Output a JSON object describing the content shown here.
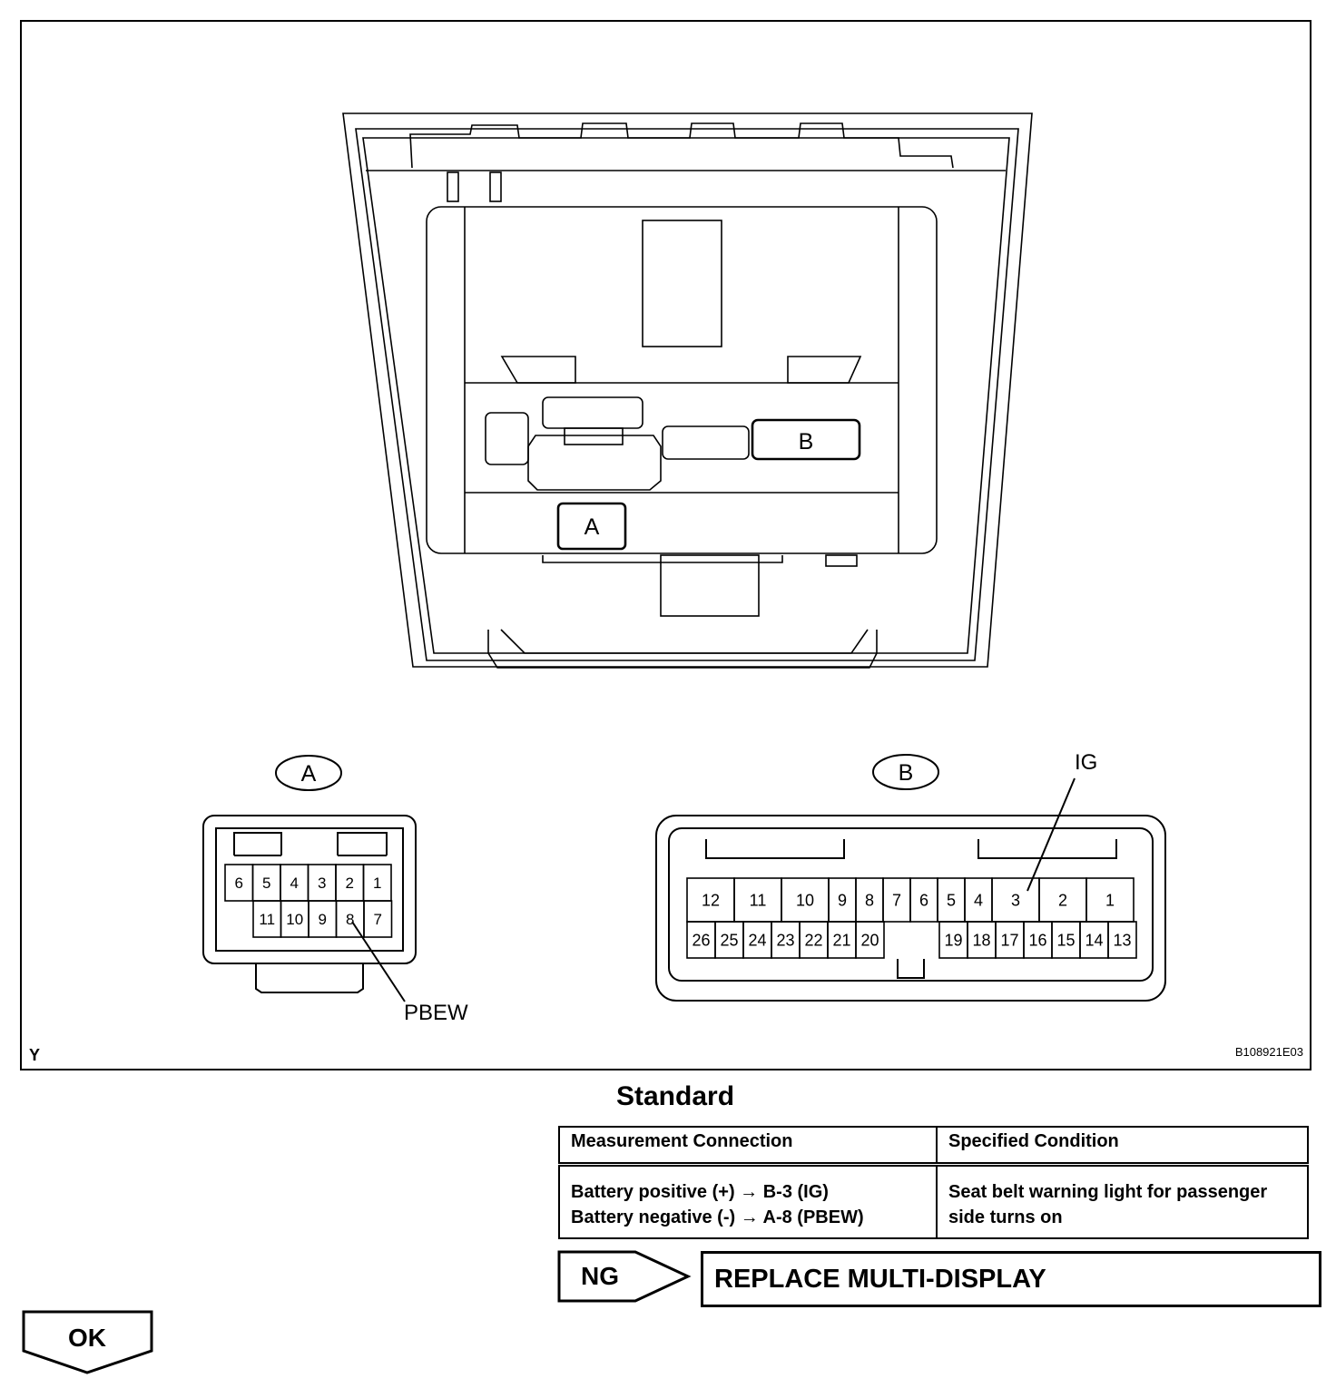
{
  "diagram": {
    "connector_callouts": {
      "a": "A",
      "b": "B"
    },
    "connector_a": {
      "top_row": [
        "6",
        "5",
        "4",
        "3",
        "2",
        "1"
      ],
      "bottom_row": [
        "11",
        "10",
        "9",
        "8",
        "7"
      ],
      "terminal_label": "PBEW"
    },
    "connector_b": {
      "top_row": [
        "12",
        "11",
        "10",
        "9",
        "8",
        "7",
        "6",
        "5",
        "4",
        "3",
        "2",
        "1"
      ],
      "bottom_left": [
        "26",
        "25",
        "24",
        "23",
        "22",
        "21",
        "20"
      ],
      "bottom_right": [
        "19",
        "18",
        "17",
        "16",
        "15",
        "14",
        "13"
      ],
      "terminal_label": "IG"
    },
    "corner_letter": "Y",
    "figure_code": "B108921E03"
  },
  "standard": {
    "title": "Standard",
    "columns": [
      "Measurement Connection",
      "Specified Condition"
    ],
    "row": {
      "connection_line1": "Battery positive (+) → B-3 (IG)",
      "connection_line2": "Battery negative (-) → A-8 (PBEW)",
      "condition_line1": "Seat belt warning light for passenger",
      "condition_line2": "side turns on"
    }
  },
  "result": {
    "ng_label": "NG",
    "ng_action": "REPLACE MULTI-DISPLAY",
    "ok_label": "OK"
  }
}
